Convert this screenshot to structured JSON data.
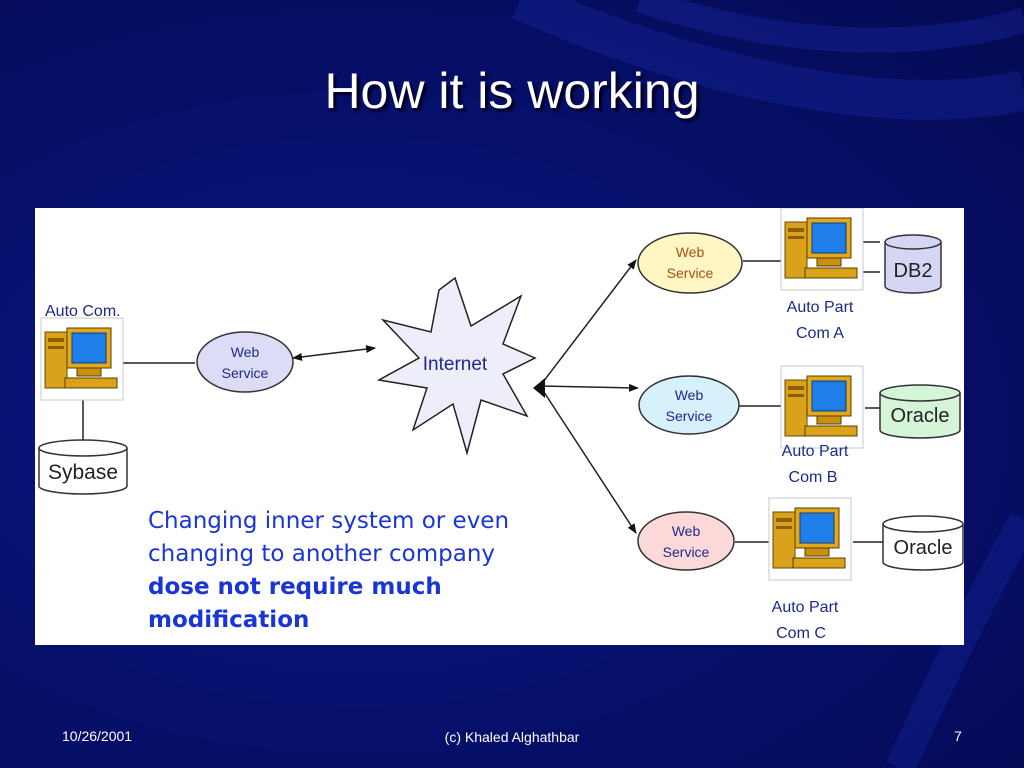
{
  "slide": {
    "title": "How it is working"
  },
  "diagram": {
    "client": {
      "label": "Auto Com.",
      "database": "Sybase",
      "service_line1": "Web",
      "service_line2": "Service"
    },
    "network": {
      "label": "Internet"
    },
    "suppliers": [
      {
        "line1": "Auto Part",
        "line2": "Com A",
        "database": "DB2",
        "service_line1": "Web",
        "service_line2": "Service",
        "service_color": "#fff6c4"
      },
      {
        "line1": "Auto Part",
        "line2": "Com B",
        "database": "Oracle",
        "service_line1": "Web",
        "service_line2": "Service",
        "service_color": "#d6f1fb"
      },
      {
        "line1": "Auto Part",
        "line2": "Com C",
        "database": "Oracle",
        "service_line1": "Web",
        "service_line2": "Service",
        "service_color": "#fbd9d9"
      }
    ],
    "colors": {
      "client_service": "#dcdcf6",
      "internet": "#eeeefb",
      "db_db2": "#d4d6f4",
      "db_oracle_b": "#d4f5d8",
      "db_oracle_c": "#ffffff",
      "db_sybase": "#ffffff",
      "label_text": "#1c2a8a",
      "service_text": "#1c2a8a"
    }
  },
  "note": {
    "line1": "Changing inner system or even",
    "line2": "changing to another company",
    "line3": "dose not require much",
    "line4": "modification"
  },
  "footer": {
    "date": "10/26/2001",
    "author": "(c) Khaled Alghathbar",
    "page": "7"
  }
}
